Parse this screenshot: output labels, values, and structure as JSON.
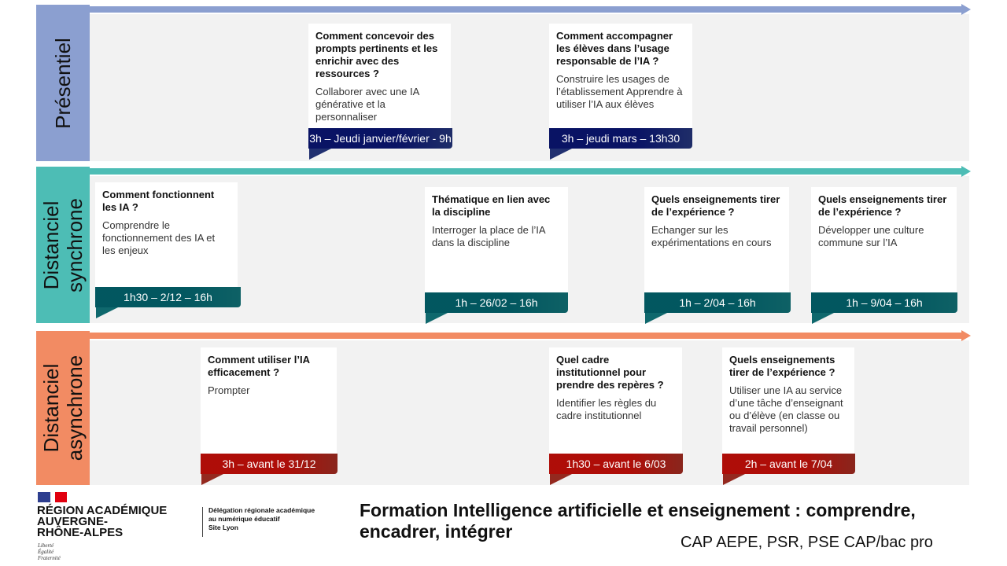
{
  "rows": [
    {
      "label": "Présentiel",
      "color": "#8b9fd0",
      "banner_color": "#2f45a0"
    },
    {
      "label": "Distanciel\nsynchrone",
      "color": "#4dbdb5",
      "banner_color": "#16959c"
    },
    {
      "label": "Distanciel\nasynchrone",
      "color": "#f28b63",
      "banner_color": "#d33a2c"
    }
  ],
  "cards": [
    {
      "row": 0,
      "title": "Comment concevoir des prompts pertinents et les enrichir avec des ressources ?",
      "desc": "Collaborer avec une IA générative et la personnaliser",
      "banner": "3h – Jeudi janvier/février - 9h"
    },
    {
      "row": 0,
      "title": "Comment accompagner les élèves dans l’usage responsable de l’IA ?",
      "desc": "Construire les usages de l’établissement Apprendre à utiliser l’IA aux élèves",
      "banner": "3h – jeudi mars – 13h30"
    },
    {
      "row": 1,
      "title": "Comment fonctionnent les IA ?",
      "desc": "Comprendre le fonctionnement des IA et les enjeux",
      "banner": "1h30 – 2/12 – 16h"
    },
    {
      "row": 1,
      "title": "Thématique en lien avec la discipline",
      "desc": "Interroger la place de l’IA dans la discipline",
      "banner": "1h – 26/02 – 16h"
    },
    {
      "row": 1,
      "title": "Quels enseignements tirer de l’expérience ?",
      "desc": "Echanger sur les expérimentations en cours",
      "banner": "1h – 2/04 – 16h"
    },
    {
      "row": 1,
      "title": "Quels enseignements tirer de l’expérience ?",
      "desc": "Développer une culture commune sur l’IA",
      "banner": "1h – 9/04 – 16h"
    },
    {
      "row": 2,
      "title": "Comment utiliser l’IA efficacement ?",
      "desc": "Prompter",
      "banner": "3h – avant le 31/12"
    },
    {
      "row": 2,
      "title": "Quel cadre institutionnel pour prendre des repères ?",
      "desc": "Identifier les règles du cadre institutionnel",
      "banner": "1h30 – avant le 6/03"
    },
    {
      "row": 2,
      "title": "Quels enseignements tirer de l’expérience ?",
      "desc": "Utiliser une IA au service d’une tâche d’enseignant ou d’élève (en classe ou travail personnel)",
      "banner": "2h – avant le 7/04"
    }
  ],
  "logo": {
    "region": "RÉGION ACADÉMIQUE\nAUVERGNE-\nRHÔNE-ALPES",
    "motto": "Liberté\nÉgalité\nFraternité",
    "delegation": "Délégation régionale académique\nau numérique éducatif\nSite Lyon"
  },
  "footer": {
    "title": "Formation Intelligence artificielle et enseignement : comprendre, encadrer, intégrer",
    "subtitle": "CAP AEPE, PSR, PSE CAP/bac pro"
  }
}
